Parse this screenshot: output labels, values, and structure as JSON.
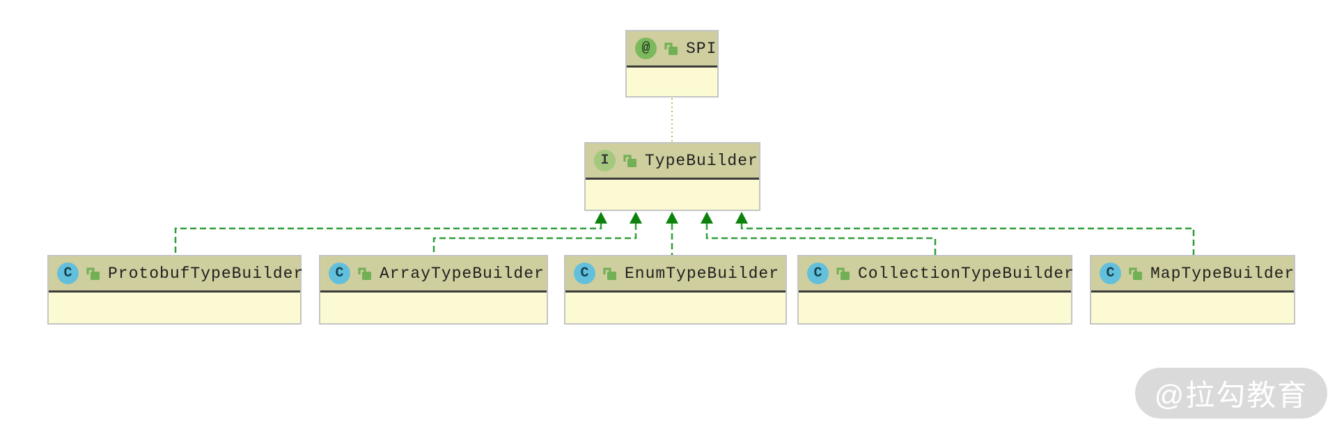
{
  "diagram": {
    "type": "uml-class-diagram",
    "description": "Dubbo TypeBuilder SPI class hierarchy diagram"
  },
  "nodes": {
    "spi": {
      "name": "SPI",
      "kind": "annotation",
      "visibility": "public"
    },
    "typebuilder": {
      "name": "TypeBuilder",
      "kind": "interface",
      "visibility": "public"
    },
    "protobuf": {
      "name": "ProtobufTypeBuilder",
      "kind": "class",
      "visibility": "public"
    },
    "array": {
      "name": "ArrayTypeBuilder",
      "kind": "class",
      "visibility": "public"
    },
    "enum": {
      "name": "EnumTypeBuilder",
      "kind": "class",
      "visibility": "public"
    },
    "collection": {
      "name": "CollectionTypeBuilder",
      "kind": "class",
      "visibility": "public"
    },
    "map": {
      "name": "MapTypeBuilder",
      "kind": "class",
      "visibility": "public"
    }
  },
  "icons": {
    "annotation_glyph": "@",
    "interface_glyph": "I",
    "class_glyph": "C",
    "visibility_icon": "unlocked-lock-icon"
  },
  "edges": [
    {
      "from": "TypeBuilder",
      "to": "SPI",
      "type": "annotated-with",
      "style": "dotted"
    },
    {
      "from": "ProtobufTypeBuilder",
      "to": "TypeBuilder",
      "type": "implements",
      "style": "dashed-arrow"
    },
    {
      "from": "ArrayTypeBuilder",
      "to": "TypeBuilder",
      "type": "implements",
      "style": "dashed-arrow"
    },
    {
      "from": "EnumTypeBuilder",
      "to": "TypeBuilder",
      "type": "implements",
      "style": "dashed-arrow"
    },
    {
      "from": "CollectionTypeBuilder",
      "to": "TypeBuilder",
      "type": "implements",
      "style": "dashed-arrow"
    },
    {
      "from": "MapTypeBuilder",
      "to": "TypeBuilder",
      "type": "implements",
      "style": "dashed-arrow"
    }
  ],
  "colors": {
    "node_header": "#cfce9e",
    "node_body": "#fbfad2",
    "node_border": "#c4c4c4",
    "header_divider": "#3b3b3b",
    "implements_edge_green": "#2f9e39",
    "arrowhead_green": "#0c820c",
    "annotation_edge_olive": "#b9bd66",
    "class_icon_blue": "#63c0dc",
    "interface_icon_green": "#a4c87e",
    "annotation_icon_green": "#7cb85c",
    "lock_icon_green": "#72b056",
    "background": "#ffffff",
    "watermark_bg": "#dadada",
    "watermark_text": "#ffffff"
  },
  "watermark": {
    "text": "@拉勾教育"
  }
}
